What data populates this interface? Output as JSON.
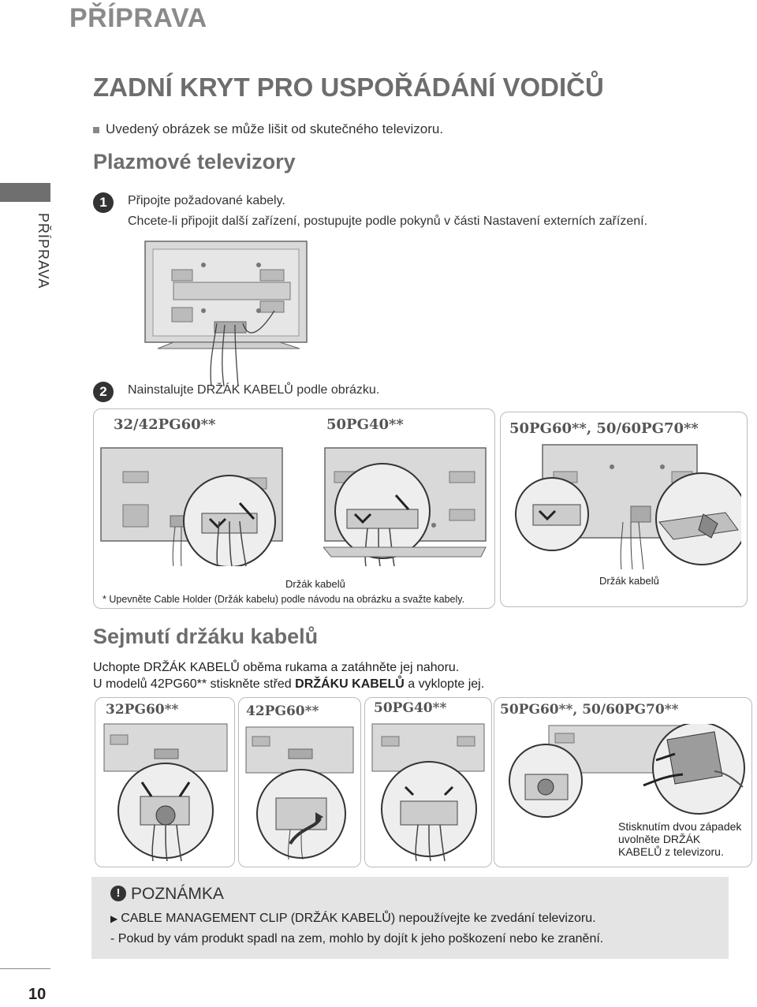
{
  "header": {
    "section_title": "PŘÍPRAVA"
  },
  "sidebar": {
    "label": "PŘÍPRAVA"
  },
  "page_number": "10",
  "main": {
    "heading": "ZADNÍ KRYT PRO USPOŘÁDÁNÍ VODIČŮ",
    "note": "Uvedený obrázek se může lišit od skutečného televizoru.",
    "subheading": "Plazmové televizory"
  },
  "step1": {
    "number": "1",
    "line1": "Připojte požadované kabely.",
    "line2": "Chcete-li připojit další zařízení, postupujte podle pokynů v části Nastavení externích zařízení."
  },
  "step2": {
    "number": "2",
    "text": "Nainstalujte DRŽÁK KABELŮ podle obrázku.",
    "panel_left": {
      "model_a": "32/42PG60**",
      "model_b": "50PG40**",
      "holder_label": "Držák kabelů",
      "footnote": "* Upevněte Cable Holder (Držák kabelu) podle návodu na obrázku a svažte kabely."
    },
    "panel_right": {
      "model": "50PG60**, 50/60PG70**",
      "holder_label": "Držák kabelů"
    }
  },
  "removal": {
    "heading": "Sejmutí držáku kabelů",
    "line1": "Uchopte DRŽÁK KABELŮ oběma rukama a zatáhněte jej nahoru.",
    "line2_prefix": "U modelů 42PG60** stiskněte střed ",
    "line2_bold": "DRŽÁKU KABELŮ",
    "line2_suffix": " a vyklopte jej.",
    "models": [
      "32PG60**",
      "42PG60**",
      "50PG40**",
      "50PG60**, 50/60PG70**"
    ],
    "caption_line1": "Stisknutím dvou západek",
    "caption_line2": "uvolněte DRŽÁK",
    "caption_line3": "KABELŮ z televizoru."
  },
  "note_box": {
    "icon": "!",
    "title": "POZNÁMKA",
    "item1": "CABLE MANAGEMENT CLIP (DRŽÁK KABELŮ) nepoužívejte ke zvedání televizoru.",
    "item2": "- Pokud by vám produkt spadl na zem, mohlo by dojít k  jeho poškození nebo ke zranění."
  },
  "colors": {
    "heading_gray": "#6d6d6d",
    "sidebar_dark": "#6f6f6f",
    "note_bg": "#e4e4e4"
  }
}
